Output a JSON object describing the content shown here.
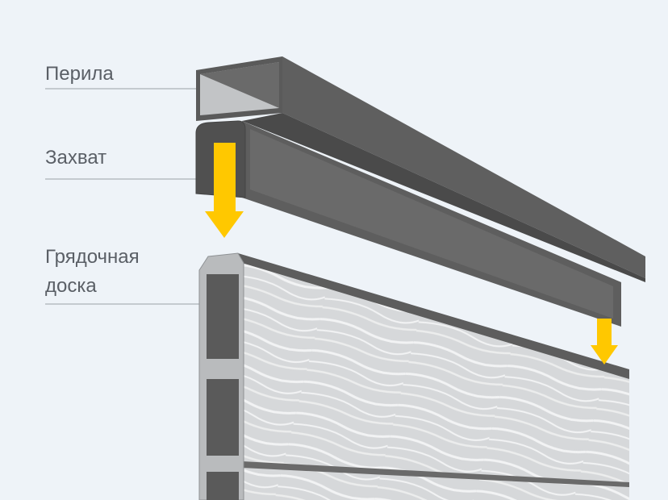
{
  "labels": {
    "rail": "Перила",
    "grip": "Захват",
    "board_line1": "Грядочная",
    "board_line2": "доска"
  },
  "colors": {
    "background": "#eef3f8",
    "arrow": "#ffc800",
    "profile_dark": "#555555",
    "board_light": "#d4d6d8"
  }
}
